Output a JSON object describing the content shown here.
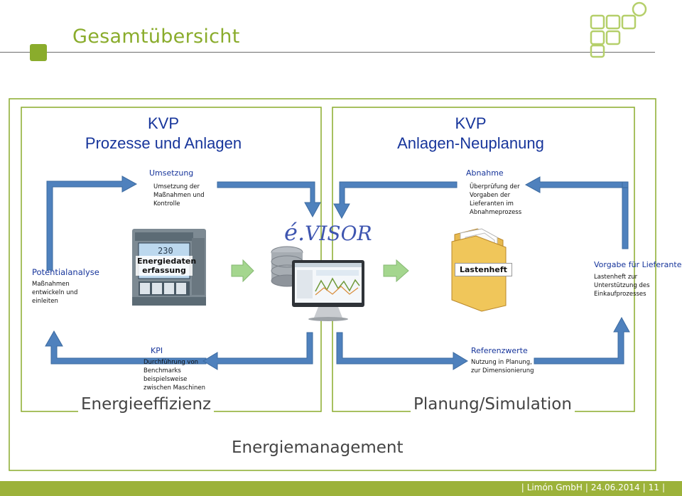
{
  "header": {
    "title": "Gesamtübersicht"
  },
  "left_panel": {
    "heading_line1": "KVP",
    "heading_line2": "Prozesse und Anlagen",
    "umsetzung": {
      "title": "Umsetzung",
      "text_lines": [
        "Umsetzung der",
        "Maßnahmen und",
        "Kontrolle"
      ]
    },
    "potential": {
      "title": "Potentialanalyse",
      "text_lines": [
        "Maßnahmen",
        "entwickeln und",
        "einleiten"
      ]
    },
    "kpi": {
      "title": "KPI",
      "text_lines": [
        "Durchführung von",
        "Benchmarks",
        "beispielsweise",
        "zwischen Maschinen"
      ]
    },
    "device_label_line1": "Energiedaten",
    "device_label_line2": "erfassung",
    "device_display_value": "230",
    "bottom_label": "Energieeffizienz"
  },
  "right_panel": {
    "heading_line1": "KVP",
    "heading_line2": "Anlagen-Neuplanung",
    "abnahme": {
      "title": "Abnahme",
      "text_lines": [
        "Überprüfung der",
        "Vorgaben der",
        "Lieferanten im",
        "Abnahmeprozess"
      ]
    },
    "vorgabe": {
      "title": "Vorgabe für Lieferanten",
      "text_lines": [
        "Lastenheft zur",
        "Unterstützung des",
        "Einkaufprozesses"
      ]
    },
    "referenz": {
      "title": "Referenzwerte",
      "text_lines": [
        "Nutzung in Planung,",
        "zur Dimensionierung"
      ]
    },
    "folder_label": "Lastenheft",
    "bottom_label": "Planung/Simulation"
  },
  "center": {
    "logo_e": "é.",
    "logo_text": "VISOR"
  },
  "bottom": {
    "label": "Energiemanagement"
  },
  "footer": {
    "company": "Limón GmbH",
    "date": "24.06.2014",
    "page": "11"
  },
  "colors": {
    "accent_green": "#8aac2c",
    "arrow_blue": "#4f81bd",
    "text_blue": "#17359b",
    "footer_green": "#9cb23a",
    "arrow_green": "#9bd08a"
  }
}
